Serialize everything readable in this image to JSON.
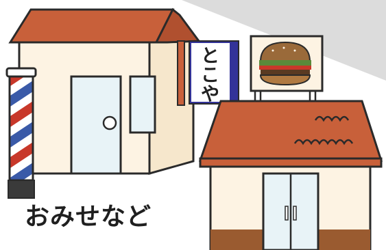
{
  "caption": "おみせなど",
  "barbershop": {
    "sign_chars": [
      "と",
      "こ",
      "や"
    ]
  },
  "colors": {
    "roof": "#c8603a",
    "wall": "#fdf3e3",
    "door": "#e8f3f7",
    "outline": "#2a2a2a",
    "pole_red": "#c8382a",
    "pole_blue": "#3a5aa8",
    "sign_border": "#333399",
    "shop_base": "#9a5b30",
    "background_shadow": "#dcdcdc"
  },
  "icons": [
    "barber-pole-icon",
    "hamburger-icon"
  ]
}
